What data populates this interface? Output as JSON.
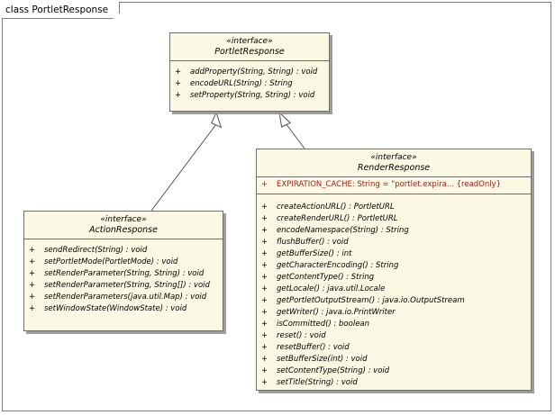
{
  "frame": {
    "title": "class PortletResponse"
  },
  "classes": {
    "portlet_response": {
      "stereotype": "«interface»",
      "name": "PortletResponse",
      "operations": [
        {
          "vis": "+",
          "text": "addProperty(String, String) : void"
        },
        {
          "vis": "+",
          "text": "encodeURL(String) : String"
        },
        {
          "vis": "+",
          "text": "setProperty(String, String) : void"
        }
      ]
    },
    "action_response": {
      "stereotype": "«interface»",
      "name": "ActionResponse",
      "operations": [
        {
          "vis": "+",
          "text": "sendRedirect(String) : void"
        },
        {
          "vis": "+",
          "text": "setPortletMode(PortletMode) : void"
        },
        {
          "vis": "+",
          "text": "setRenderParameter(String, String) : void"
        },
        {
          "vis": "+",
          "text": "setRenderParameter(String, String[]) : void"
        },
        {
          "vis": "+",
          "text": "setRenderParameters(java.util.Map) : void"
        },
        {
          "vis": "+",
          "text": "setWindowState(WindowState) : void"
        }
      ]
    },
    "render_response": {
      "stereotype": "«interface»",
      "name": "RenderResponse",
      "attributes": [
        {
          "vis": "+",
          "text": "EXPIRATION_CACHE:  String = \"portlet.expira... {readOnly}"
        }
      ],
      "operations": [
        {
          "vis": "+",
          "text": "createActionURL() : PortletURL"
        },
        {
          "vis": "+",
          "text": "createRenderURL() : PortletURL"
        },
        {
          "vis": "+",
          "text": "encodeNamespace(String) : String"
        },
        {
          "vis": "+",
          "text": "flushBuffer() : void"
        },
        {
          "vis": "+",
          "text": "getBufferSize() : int"
        },
        {
          "vis": "+",
          "text": "getCharacterEncoding() : String"
        },
        {
          "vis": "+",
          "text": "getContentType() : String"
        },
        {
          "vis": "+",
          "text": "getLocale() : java.util.Locale"
        },
        {
          "vis": "+",
          "text": "getPortletOutputStream() : java.io.OutputStream"
        },
        {
          "vis": "+",
          "text": "getWriter() : java.io.PrintWriter"
        },
        {
          "vis": "+",
          "text": "isCommitted() : boolean"
        },
        {
          "vis": "+",
          "text": "reset() : void"
        },
        {
          "vis": "+",
          "text": "resetBuffer() : void"
        },
        {
          "vis": "+",
          "text": "setBufferSize(int) : void"
        },
        {
          "vis": "+",
          "text": "setContentType(String) : void"
        },
        {
          "vis": "+",
          "text": "setTitle(String) : void"
        }
      ]
    }
  },
  "colors": {
    "class_fill": "#fbf8e3",
    "border": "#6e6e6e",
    "attribute_text": "#a0201c"
  }
}
